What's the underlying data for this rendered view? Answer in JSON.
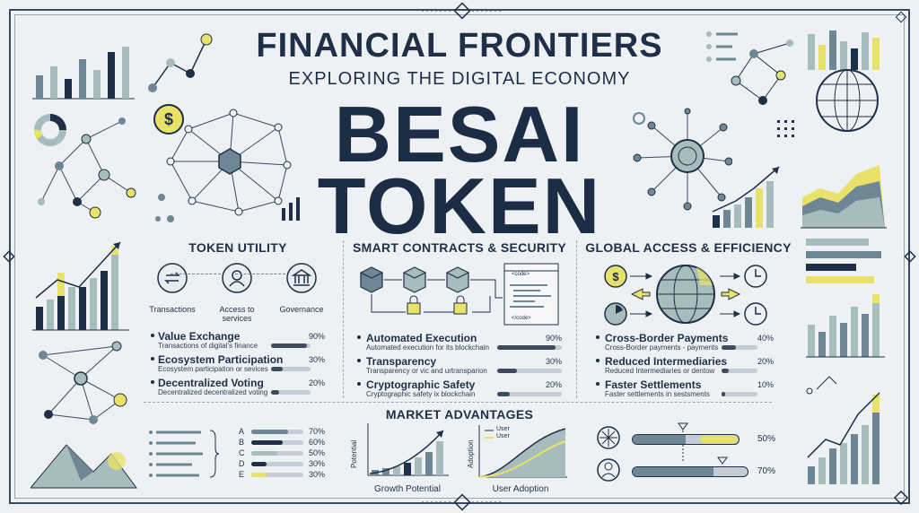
{
  "header": {
    "title": "FINANCIAL FRONTIERS",
    "subtitle": "EXPLORING THE DIGITAL ECONOMY",
    "hero_line1": "BESAI",
    "hero_line2": "TOKEN"
  },
  "colors": {
    "navy": "#1e2f47",
    "slate": "#6f8795",
    "sage": "#a7bcbc",
    "yellow": "#e8e26a",
    "light": "#eef1f3"
  },
  "token_utility": {
    "title": "TOKEN UTILITY",
    "icons": [
      {
        "label": "Transactions",
        "icon": "swap-icon"
      },
      {
        "label": "Access to services",
        "icon": "user-icon"
      },
      {
        "label": "Governance",
        "icon": "bank-icon"
      }
    ],
    "items": [
      {
        "title": "Value Exchange",
        "desc": "Transactions of digital's finance",
        "pct": "90%",
        "value": 90
      },
      {
        "title": "Ecosystem Participation",
        "desc": "Ecosystem participation or sevices",
        "pct": "30%",
        "value": 30
      },
      {
        "title": "Decentralized Voting",
        "desc": "Decentralized decentralized voting",
        "pct": "20%",
        "value": 20
      }
    ]
  },
  "smart_contracts": {
    "title": "SMART CONTRACTS & SECURITY",
    "code_open": "<code>",
    "code_close": "</code>",
    "items": [
      {
        "title": "Automated Execution",
        "desc": "Automated execution for its blockchain",
        "pct": "90%",
        "value": 90
      },
      {
        "title": "Transparency",
        "desc": "Transparency or vic and urtransparion",
        "pct": "30%",
        "value": 30
      },
      {
        "title": "Cryptographic Safety",
        "desc": "Cryptographic safety ix blockchain",
        "pct": "20%",
        "value": 20
      }
    ]
  },
  "global_access": {
    "title": "GLOBAL ACCESS & EFFICIENCY",
    "items": [
      {
        "title": "Cross-Border Payments",
        "desc": "Cross-Border payments - payments",
        "pct": "40%",
        "value": 40
      },
      {
        "title": "Reduced Intermediaries",
        "desc": "Reduced Intermediaries or dentow",
        "pct": "20%",
        "value": 20
      },
      {
        "title": "Faster Settlements",
        "desc": "Faster settlements in sestsments",
        "pct": "10%",
        "value": 10
      }
    ]
  },
  "market": {
    "title": "MARKET ADVANTAGES",
    "abcde": [
      {
        "letter": "A",
        "pct": "70%",
        "value": 70
      },
      {
        "letter": "B",
        "pct": "60%",
        "value": 60
      },
      {
        "letter": "C",
        "pct": "50%",
        "value": 50
      },
      {
        "letter": "D",
        "pct": "30%",
        "value": 30
      },
      {
        "letter": "E",
        "pct": "30%",
        "value": 30
      }
    ],
    "growth": {
      "ylabel": "Potential",
      "caption": "Growth Potential"
    },
    "adoption": {
      "ylabel": "Adoption",
      "caption": "User Adoption",
      "legend": [
        "User",
        "User"
      ]
    },
    "progress": [
      {
        "pct": "50%",
        "value": 50
      },
      {
        "pct": "70%",
        "value": 70
      }
    ]
  }
}
